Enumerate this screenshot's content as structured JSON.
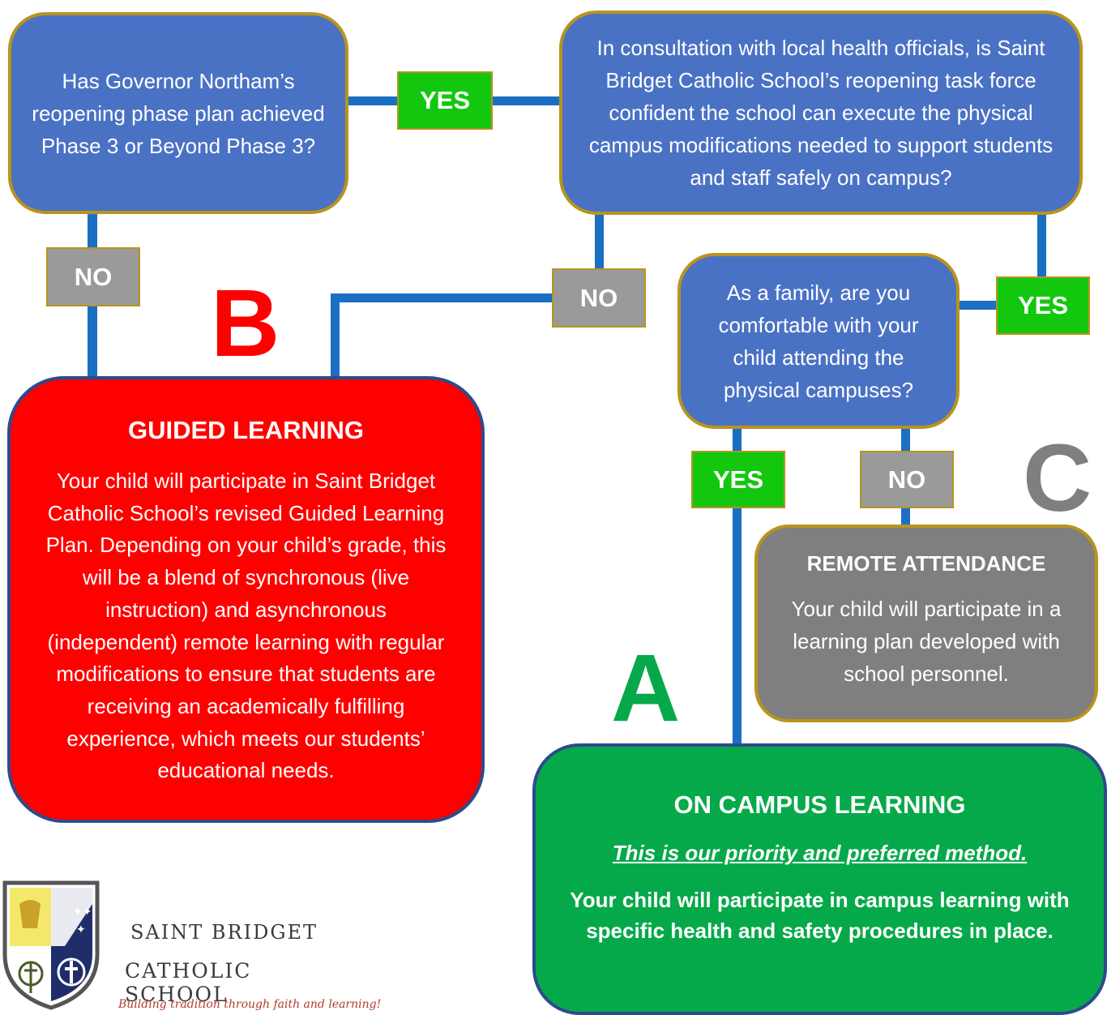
{
  "questions": {
    "q1": "Has Governor Northam’s reopening phase plan achieved Phase 3 or Beyond Phase 3?",
    "q2": "In consultation with local health officials, is Saint Bridget Catholic School’s reopening task force confident the school can execute the physical campus modifications needed to support students and staff safely on campus?",
    "q3": "As a family, are you comfortable with your child attending the physical campuses?"
  },
  "labels": {
    "yes": "YES",
    "no": "NO"
  },
  "letters": {
    "a": "A",
    "b": "B",
    "c": "C"
  },
  "colors": {
    "question_fill": "#4a72c4",
    "question_border": "#b8941c",
    "connector": "#1a6fc2",
    "yes": "#13c70f",
    "no": "#9a9a9a",
    "guided": "#ff0000",
    "remote": "#7f7f7f",
    "campus": "#06a94a",
    "outcome_border": "#2d4a8c",
    "letter_a": "#06a94a",
    "letter_b": "#ff0000",
    "letter_c": "#7f7f7f"
  },
  "outcomes": {
    "guided": {
      "title": "GUIDED LEARNING",
      "body": "Your child will participate in Saint Bridget Catholic School’s revised Guided Learning Plan. Depending on your child’s grade, this will be a blend of synchronous (live instruction) and asynchronous (independent) remote learning with regular modifications to ensure that students are receiving an academically fulfilling experience, which meets our students’ educational needs."
    },
    "remote": {
      "title": "REMOTE ATTENDANCE",
      "body": "Your child will participate in a learning plan developed with school personnel."
    },
    "campus": {
      "title": "ON CAMPUS LEARNING",
      "priority": "This is our priority and preferred method.",
      "body": "Your child will participate in campus learning with specific health and safety procedures in place."
    }
  },
  "logo": {
    "line1": "SAINT BRIDGET",
    "line2": "CATHOLIC SCHOOL",
    "motto": "Building tradition through faith and learning!"
  }
}
